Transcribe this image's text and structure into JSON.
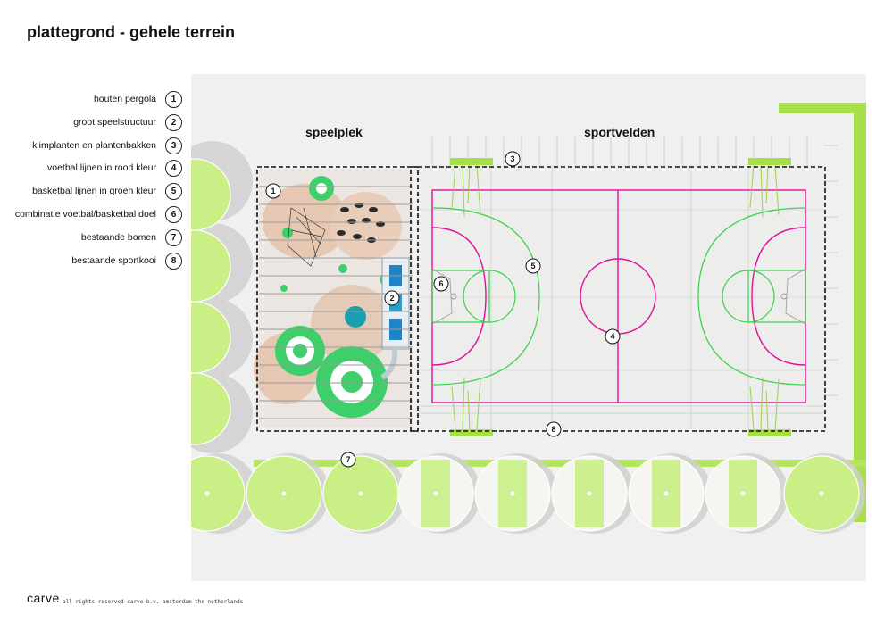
{
  "title": "plattegrond - gehele terrein",
  "zones": {
    "play": "speelplek",
    "sports": "sportvelden"
  },
  "legend": [
    {
      "num": "1",
      "label": "houten pergola"
    },
    {
      "num": "2",
      "label": "groot speelstructuur"
    },
    {
      "num": "3",
      "label": "klimplanten en plantenbakken"
    },
    {
      "num": "4",
      "label": "voetbal lijnen in rood kleur"
    },
    {
      "num": "5",
      "label": "basketbal lijnen in groen kleur"
    },
    {
      "num": "6",
      "label": "combinatie voetbal/basketbal doel"
    },
    {
      "num": "7",
      "label": "bestaande bomen"
    },
    {
      "num": "8",
      "label": "bestaande sportkooi"
    }
  ],
  "colors": {
    "football_lines": "#e0109a",
    "basketball_lines": "#36d24a",
    "grass": "#a7df4a",
    "tree": "#c9ef86",
    "ground": "#f1f0f0"
  },
  "footer": {
    "logo": "carve",
    "copyright": "all rights reserved carve b.v. amsterdam the netherlands"
  }
}
